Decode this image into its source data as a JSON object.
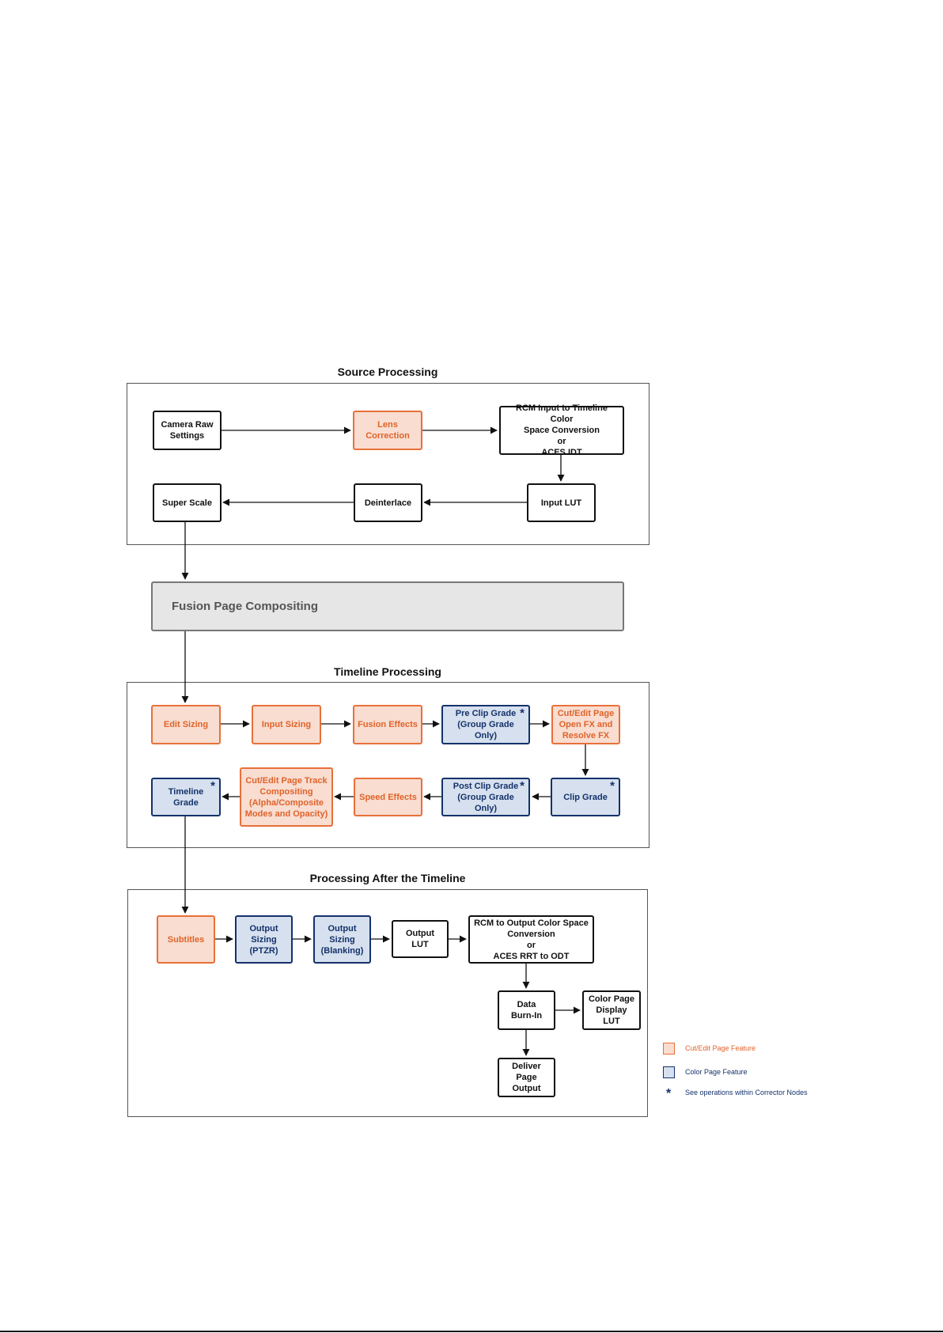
{
  "sections": {
    "source": "Source Processing",
    "timeline": "Timeline Processing",
    "after": "Processing After the Timeline"
  },
  "nodes": {
    "camera_raw": "Camera Raw\nSettings",
    "lens_correction": "Lens\nCorrection",
    "rcm_input": "RCM Input to Timeline Color\nSpace Conversion\nor\nACES IDT",
    "input_lut": "Input LUT",
    "deinterlace": "Deinterlace",
    "super_scale": "Super Scale",
    "fusion_compositing": "Fusion Page Compositing",
    "edit_sizing": "Edit Sizing",
    "input_sizing": "Input Sizing",
    "fusion_effects": "Fusion Effects",
    "pre_clip_grade": "Pre Clip Grade\n(Group Grade Only)",
    "cut_edit_openfx": "Cut/Edit Page\nOpen FX and\nResolve FX",
    "clip_grade": "Clip Grade",
    "post_clip_grade": "Post Clip Grade\n(Group Grade Only)",
    "speed_effects": "Speed Effects",
    "track_compositing": "Cut/Edit Page Track\nCompositing\n(Alpha/Composite\nModes and Opacity)",
    "timeline_grade": "Timeline Grade",
    "subtitles": "Subtitles",
    "output_sizing_ptzr": "Output Sizing\n(PTZR)",
    "output_sizing_blanking": "Output Sizing\n(Blanking)",
    "output_lut": "Output\nLUT",
    "rcm_output": "RCM to Output Color Space\nConversion\nor\nACES RRT to ODT",
    "data_burnin": "Data\nBurn-In",
    "color_display_lut": "Color Page\nDisplay LUT",
    "deliver_output": "Deliver Page\nOutput"
  },
  "star_symbol": "*",
  "legend": {
    "cut_edit": "Cut/Edit Page Feature",
    "color_page": "Color Page Feature",
    "corrector": "See operations within Corrector Nodes"
  },
  "colors": {
    "cut_edit_fill": "#f8ddd0",
    "cut_edit_border": "#e8703a",
    "color_fill": "#d6e0ee",
    "color_border": "#14326b"
  }
}
